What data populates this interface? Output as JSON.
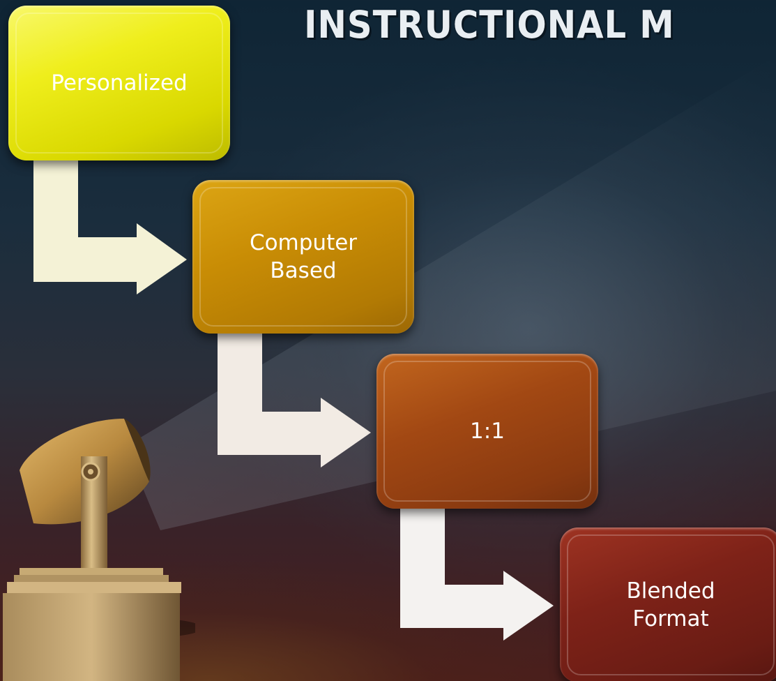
{
  "title": "INSTRUCTIONAL M",
  "steps": [
    {
      "label": "Personalized",
      "color": "#efee1c"
    },
    {
      "label": "Computer\nBased",
      "color": "#c98d05"
    },
    {
      "label": "1:1",
      "color": "#a24813"
    },
    {
      "label": "Blended\nFormat",
      "color": "#7e2218"
    }
  ],
  "connectors": [
    {
      "from": "Personalized",
      "to": "Computer\nBased"
    },
    {
      "from": "Computer\nBased",
      "to": "1:1"
    },
    {
      "from": "1:1",
      "to": "Blended\nFormat"
    }
  ],
  "decoration": {
    "icon": "spotlight-icon"
  }
}
